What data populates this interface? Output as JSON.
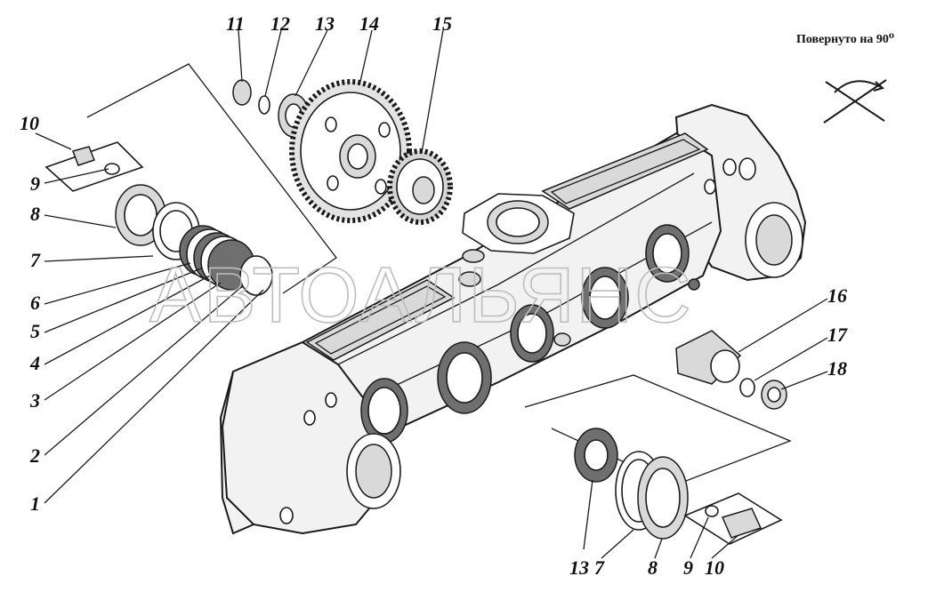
{
  "note": {
    "text": "Повернуто на 90⁰"
  },
  "watermark": {
    "text": "АВТОАЛЬЯНС"
  },
  "callouts": {
    "left": {
      "c10": "10",
      "c9": "9",
      "c8": "8",
      "c7": "7",
      "c6": "6",
      "c5": "5",
      "c4": "4",
      "c3": "3",
      "c2": "2",
      "c1": "1"
    },
    "top": {
      "c11": "11",
      "c12": "12",
      "c13": "13",
      "c14": "14",
      "c15": "15"
    },
    "right": {
      "c16": "16",
      "c17": "17",
      "c18": "18"
    },
    "bottom": {
      "c13": "13",
      "c7": "7",
      "c8": "8",
      "c9": "9",
      "c10": "10"
    }
  }
}
